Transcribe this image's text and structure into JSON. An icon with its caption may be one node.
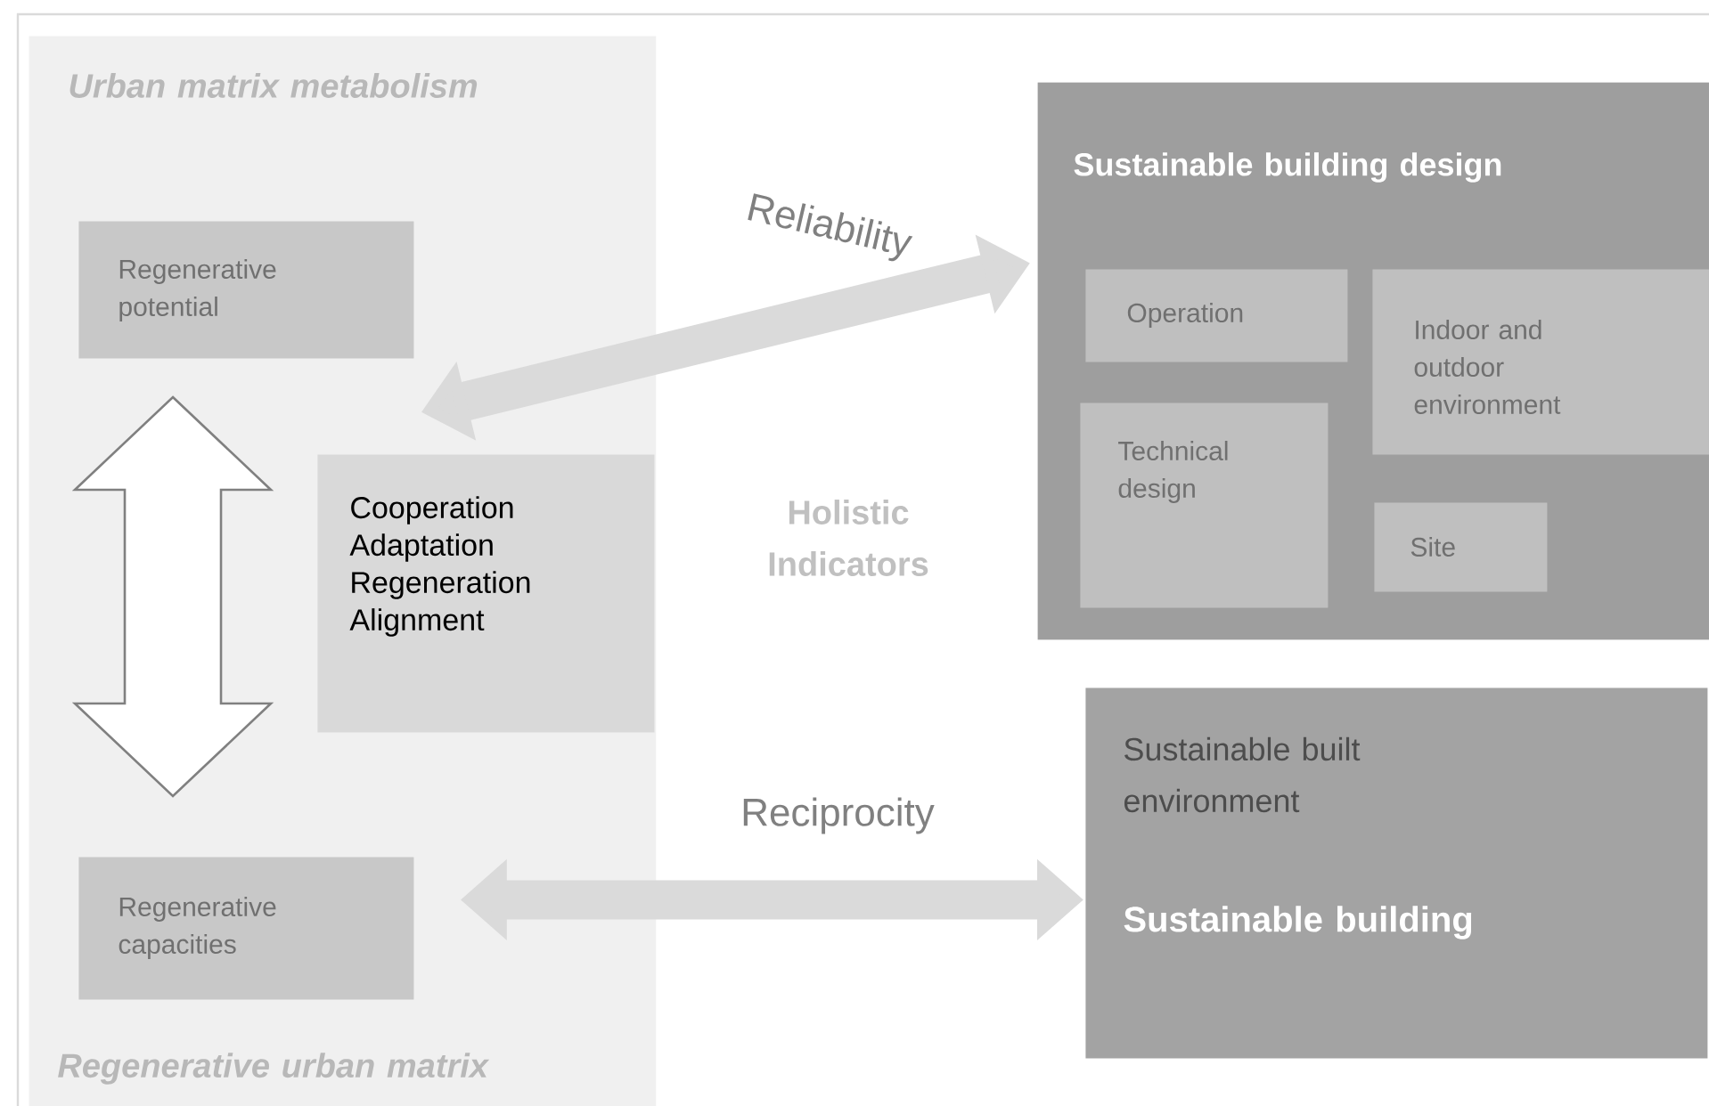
{
  "diagram": {
    "nodes": [
      {
        "text": [
          "Urban matrix metabolism",
          "Regenerative urban matrix"
        ]
      },
      {
        "text": [
          "Regenerative potential"
        ],
        "in": 0
      },
      {
        "text": [
          "Cooperation Adaptation Regeneration Alignment"
        ],
        "in": 0
      },
      {
        "text": [
          "Regenerative capacities"
        ],
        "in": 0
      },
      {
        "text": [
          "Sustainable building design"
        ]
      },
      {
        "text": [
          "Operation"
        ],
        "in": 4
      },
      {
        "text": [
          "Indoor and outdoor environment"
        ],
        "in": 4
      },
      {
        "text": [
          "Technical design"
        ],
        "in": 4
      },
      {
        "text": [
          "Site"
        ],
        "in": 4
      },
      {
        "text": [
          "Sustainable built environment",
          "Sustainable building"
        ]
      }
    ],
    "edges": [
      {
        "from": 1,
        "to": 4,
        "arrow": "both",
        "label": "Reliability"
      },
      {
        "from": 1,
        "to": 3,
        "arrow": "both"
      },
      {
        "from": 3,
        "to": 9,
        "arrow": "both",
        "label": "Reciprocity"
      }
    ],
    "labels": [
      "Holistic Indicators"
    ]
  }
}
